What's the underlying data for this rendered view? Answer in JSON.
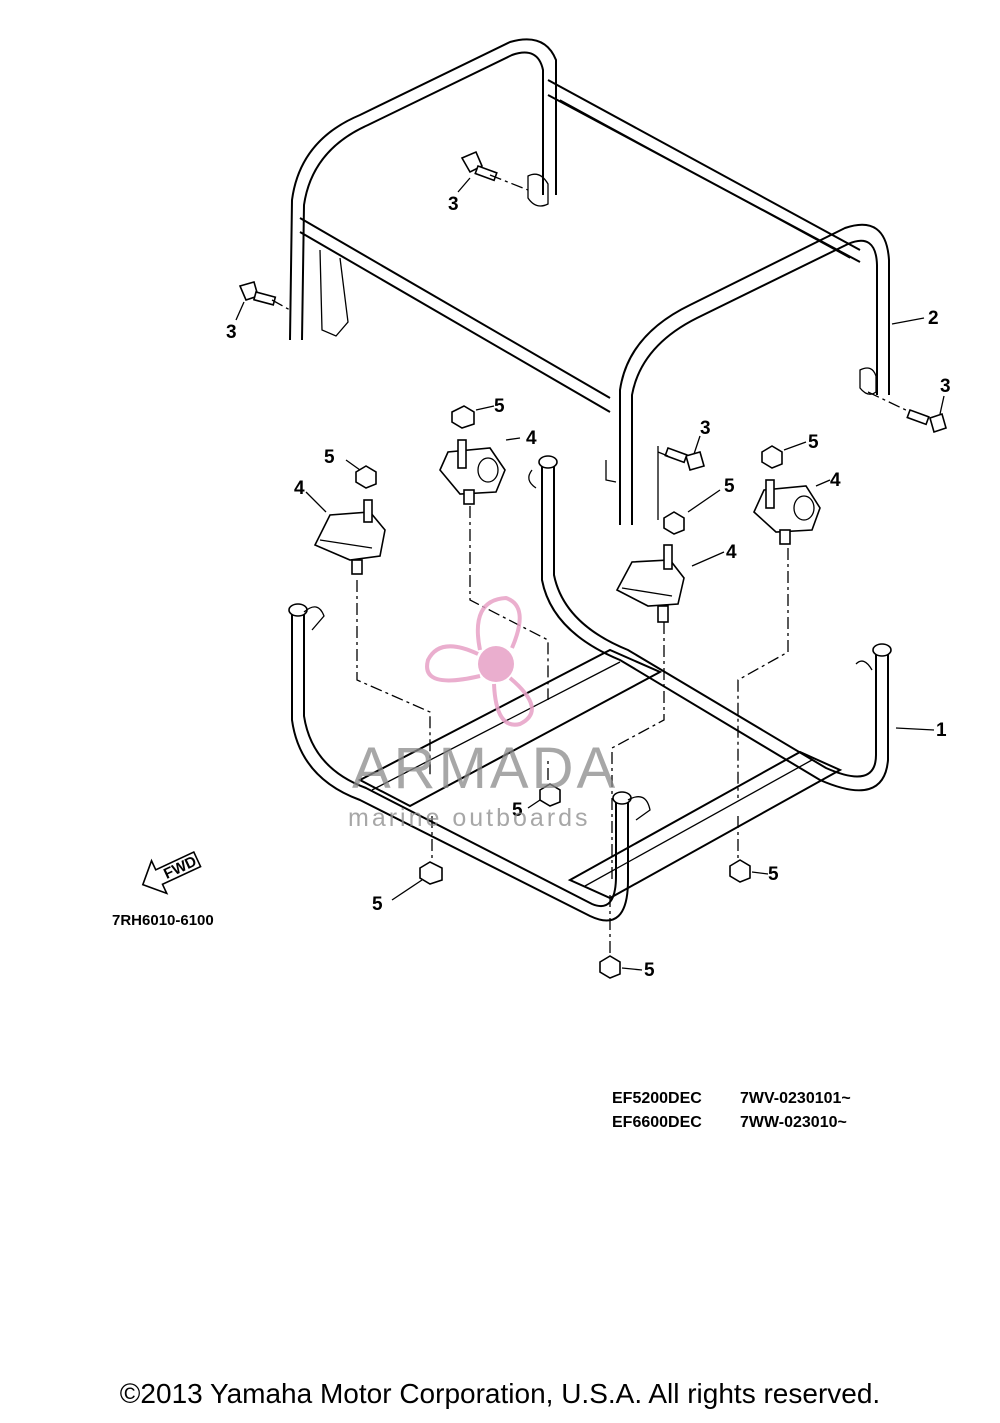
{
  "diagram": {
    "ref_code": "7RH6010-6100",
    "fwd_label": "FWD",
    "callouts": {
      "c1": "1",
      "c2": "2",
      "c3": "3",
      "c4": "4",
      "c5": "5"
    }
  },
  "watermark": {
    "name": "ARMADA",
    "tagline": "marine outboards",
    "logo_color": "#e7a1c6"
  },
  "models": [
    {
      "model": "EF5200DEC",
      "serial": "7WV-0230101~"
    },
    {
      "model": "EF6600DEC",
      "serial": "7WW-023010~"
    }
  ],
  "copyright": "©2013 Yamaha Motor Corporation, U.S.A. All rights reserved."
}
